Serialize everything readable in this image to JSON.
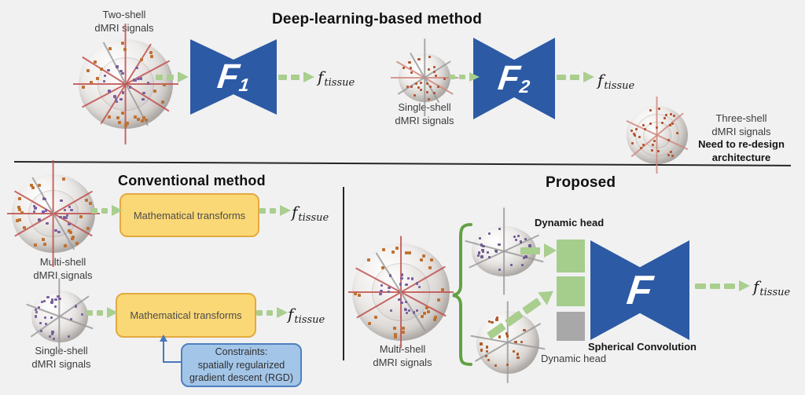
{
  "colors": {
    "arrow_green": "#a9ce8e",
    "bracket_green": "#63a144",
    "network_blue": "#2c5aa5",
    "box_yellow": "#fbd876",
    "box_yellow_border": "#e2aa3f",
    "box_blue": "#a3c6e8",
    "box_blue_border": "#4f7fbf",
    "square_green": "#a5cd8c",
    "square_gray": "#a8a8a8",
    "divider": "#262626",
    "constraint_arrow_blue": "#4a77b8"
  },
  "deep_learning": {
    "title": "Deep-learning-based method",
    "input1_label": "Two-shell\ndMRI signals",
    "net1_label": "F",
    "net1_sub": "1",
    "out1_main": "f",
    "out1_sub": "tissue",
    "input2_label": "Single-shell\ndMRI signals",
    "net2_label": "F",
    "net2_sub": "2",
    "out2_main": "f",
    "out2_sub": "tissue",
    "note_label": "Three-shell\ndMRI signals",
    "note_bold": "Need to re-design\narchitecture"
  },
  "conventional": {
    "title": "Conventional method",
    "input1_label": "Multi-shell\ndMRI signals",
    "box1_label": "Mathematical transforms",
    "out1_main": "f",
    "out1_sub": "tissue",
    "input2_label": "Single-shell\ndMRI signals",
    "box2_label": "Mathematical transforms",
    "out2_main": "f",
    "out2_sub": "tissue",
    "constraints_label": "Constraints:\nspatially regularized\ngradient descent (RGD)"
  },
  "proposed": {
    "title": "Proposed",
    "input_label": "Multi-shell\ndMRI signals",
    "dynamic_head_top": "Dynamic head",
    "dynamic_head_bottom": "Dynamic head",
    "spherical_conv_label": "Spherical Convolution",
    "net_label": "F",
    "out_main": "f",
    "out_sub": "tissue"
  }
}
